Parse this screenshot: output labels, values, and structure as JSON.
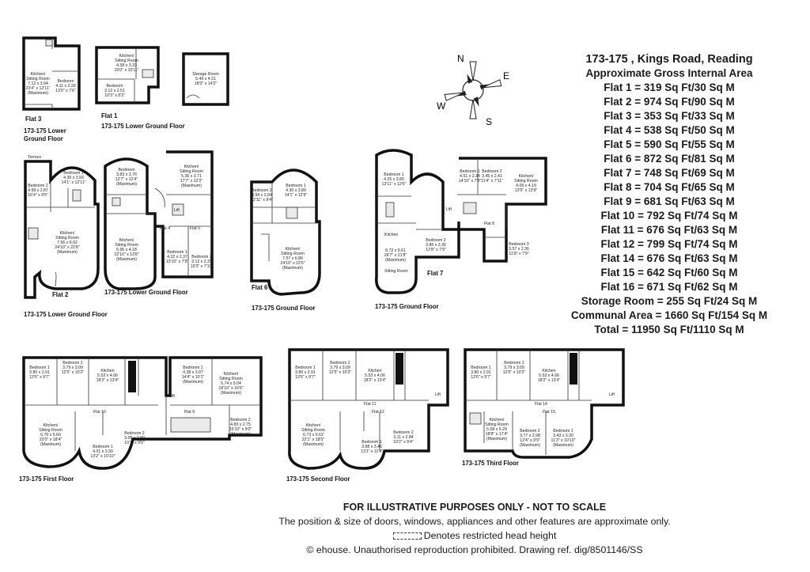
{
  "header": {
    "address": "173-175 , Kings Road, Reading",
    "subtitle": "Approximate Gross Internal Area"
  },
  "areas": [
    "Flat 1 = 319 Sq Ft/30 Sq M",
    "Flat 2 = 974 Sq Ft/90 Sq M",
    "Flat 3 = 353 Sq Ft/33 Sq M",
    "Flat 4 = 538 Sq Ft/50 Sq M",
    "Flat 5 = 590 Sq Ft/55 Sq M",
    "Flat 6 = 872 Sq Ft/81 Sq M",
    "Flat 7 = 748 Sq Ft/69 Sq M",
    "Flat 8 = 704 Sq Ft/65 Sq M",
    "Flat 9 = 681 Sq Ft/63 Sq M",
    "Flat 10 = 792 Sq Ft/74 Sq M",
    "Flat 11 = 676 Sq Ft/63 Sq M",
    "Flat 12 = 799 Sq Ft/74 Sq M",
    "Flat 14 = 676 Sq Ft/63 Sq M",
    "Flat 15 = 642 Sq Ft/60 Sq M",
    "Flat 16 = 671 Sq Ft/62 Sq M",
    "Storage Room = 255 Sq Ft/24 Sq M",
    "Communal Area = 1660 Sq Ft/154 Sq M",
    "Total = 11950 Sq Ft/1110 Sq M"
  ],
  "compass": {
    "n": "N",
    "e": "E",
    "s": "S",
    "w": "W"
  },
  "footer": {
    "disclaimer": "FOR ILLUSTRATIVE PURPOSES ONLY - NOT TO SCALE",
    "note": "The position & size of doors, windows, appliances and other features are approximate only.",
    "legend": "Denotes restricted head height",
    "copyright": "© ehouse. Unauthorised reproduction prohibited. Drawing ref. dig/8501146/SS"
  },
  "plans": {
    "flat3": {
      "flat_label": "Flat 3",
      "caption1": "173-175 Lower",
      "caption2": "Ground Floor",
      "kitchen": [
        "Kitchen/",
        "Sitting Room",
        "7.12 x 3.94",
        "23'4\" x 12'11\"",
        "(Maximum)"
      ],
      "bedroom": [
        "Bedroom",
        "4.11 x 2.29",
        "13'6\" x 7'6\""
      ]
    },
    "flat1": {
      "flat_label": "Flat 1",
      "caption": "173-175 Lower Ground Floor",
      "kitchen": [
        "Kitchen/",
        "Sitting Room",
        "4.58 x 3.33",
        "15'0\" x 10'11\""
      ],
      "bedroom": [
        "Bedroom",
        "3.12 x 2.51",
        "10'3\" x 8'3\""
      ]
    },
    "storage": {
      "label": [
        "Storage Room",
        "5.49 x 4.31",
        "18'0\" x 14'2\""
      ]
    },
    "flat2": {
      "terrace": "Terrace",
      "flat_label": "Flat 2",
      "caption": "173-175 Lower Ground Floor",
      "bed1": [
        "Bedroom 1",
        "4.30 x 3.93",
        "14'1\" x 12'11\""
      ],
      "bed2": [
        "Bedroom 2",
        "4.99 x 2.87",
        "16'4\" x 9'5\""
      ],
      "kitchen": [
        "Kitchen/",
        "Sitting Room",
        "7.56 x 6.92",
        "24'10\" x 22'8\"",
        "(Maximum)"
      ]
    },
    "flat45": {
      "caption": "173-175 Lower Ground Floor",
      "bed_a": [
        "Bedroom",
        "3.83 x 3.76",
        "12'7\" x 12'4\"",
        "(Maximum)"
      ],
      "kitchen_a": [
        "Kitchen/",
        "Sitting Room",
        "6.95 x 4.18",
        "22'10\" x 13'8\"",
        "(Maximum)"
      ],
      "kitchen_b": [
        "Kitchen/",
        "Sitting Room",
        "5.36 x 3.71",
        "17'7\" x 12'2\"",
        "(Maximum)"
      ],
      "bed1": [
        "Bedroom 1",
        "4.22 x 2.37",
        "13'10\" x 7'9\""
      ],
      "bed2": [
        "Bedroom 2",
        "3.12 x 2.39",
        "10'3\" x 7'10\""
      ],
      "flat4": "Flat 4",
      "flat5": "Flat 5",
      "lift": "Lift"
    },
    "flat6": {
      "flat_label": "Flat 6",
      "caption": "173-175 Ground Floor",
      "bed1": [
        "Bedroom 1",
        "4.30 x 3.89",
        "14'1\" x 12'9\""
      ],
      "bed2": [
        "Bedroom 2",
        "3.94 x 2.84",
        "12'11\" x 9'4\""
      ],
      "kitchen": [
        "Kitchen/",
        "Sitting Room",
        "7.57 x 6.86",
        "24'10\" x 22'6\"",
        "(Maximum)"
      ]
    },
    "flat78": {
      "caption": "173-175 Ground Floor",
      "flat7": "Flat 7",
      "flat8": "Flat 8",
      "lift": "Lift",
      "bed1": [
        "Bedroom 1",
        "4.25 x 3.80",
        "13'11\" x 12'6\""
      ],
      "kitchen": "Kitchen",
      "sitting": [
        "8.72 x 6.61",
        "28'7\" x 21'8\"",
        "(Maximum)"
      ],
      "sitting_room": "Sitting Room",
      "bed2": [
        "Bedroom 2",
        "3.86 x 2.36",
        "12'8\" x 7'9\""
      ],
      "bed_8a": [
        "Bedroom 1",
        "4.51 x 2.34",
        "14'10\" x 7'8\""
      ],
      "bed_8b": [
        "Bedroom 2",
        "3.45 x 2.41",
        "11'4\" x 7'11\""
      ],
      "kitchen_8": [
        "Kitchen/",
        "Sitting Room",
        "4.09 x 4.19",
        "13'5\" x 13'9\""
      ],
      "bed_8c": [
        "Bedroom 3",
        "3.57 x 2.36",
        "11'9\" x 7'9\""
      ]
    },
    "first": {
      "caption": "173-175 First Floor",
      "flat10": "Flat 10",
      "flat9": "Flat 9",
      "lift": "Lift",
      "bed1": [
        "Bedroom 1",
        "3.80 x 2.91",
        "12'6\" x 9'7\""
      ],
      "bed2": [
        "Bedroom 2",
        "3.79 x 3.09",
        "12'5\" x 10'2\""
      ],
      "kitchen": [
        "Kitchen",
        "5.53 x 4.06",
        "18'2\" x 13'4\""
      ],
      "sitting": [
        "Kitchen/",
        "Sitting Room",
        "6.70 x 5.60",
        "22'0\" x 18'4\"",
        "(Maximum)"
      ],
      "bed3": [
        "Bedroom 1",
        "4.01 x 3.30",
        "13'2\" x 10'10\""
      ],
      "bed4": [
        "Bedroom 2",
        "3.08 x 2.90",
        "10'1\" x 9'6\""
      ],
      "bed9a": [
        "Bedroom 1",
        "4.38 x 3.07",
        "14'4\" x 10'1\"",
        "(Maximum)"
      ],
      "kitchen9": [
        "Kitchen/",
        "Sitting Room",
        "5.74 x 5.04",
        "18'10\" x 16'6\"",
        "(Maximum)"
      ],
      "bed9b": [
        "Bedroom 2",
        "4.83 x 2.75",
        "15'10\" x 9'0\"",
        "(Maximum)"
      ]
    },
    "second": {
      "caption": "173-175 Second Floor",
      "flat11": "Flat 11",
      "flat12": "Flat 12",
      "lift": "Lift",
      "bed1": [
        "Bedroom 1",
        "3.80 x 2.91",
        "12'6\" x 9'7\""
      ],
      "bed2": [
        "Bedroom 2",
        "3.79 x 3.09",
        "12'5\" x 10'2\""
      ],
      "kitchen": [
        "Kitchen",
        "5.53 x 4.06",
        "18'2\" x 13'4\""
      ],
      "sitting": [
        "Kitchen/",
        "Sitting Room",
        "6.73 x 5.62",
        "22'1\" x 18'5\"",
        "(Maximum)"
      ],
      "bed3": [
        "Bedroom 1",
        "3.98 x 3.46",
        "13'1\" x 11'4\""
      ],
      "bed4": [
        "Bedroom 2",
        "3.11 x 2.84",
        "10'2\" x 9'4\""
      ]
    },
    "third": {
      "caption": "173-175 Third Floor",
      "flat14": "Flat 14",
      "flat15": "Flat 15",
      "lift": "Lift",
      "bed1": [
        "Bedroom 1",
        "3.80 x 2.91",
        "12'6\" x 9'7\""
      ],
      "bed2": [
        "Bedroom 2",
        "3.79 x 3.09",
        "12'5\" x 10'2\""
      ],
      "kitchen": [
        "Kitchen",
        "5.53 x 4.06",
        "18'2\" x 13'4\""
      ],
      "sitting": [
        "Kitchen/",
        "Sitting Room",
        "5.68 x 5.29",
        "18'8\" x 17'4\"",
        "(Maximum)"
      ],
      "bed3": [
        "Bedroom 2",
        "3.77 x 2.98",
        "12'4\" x 9'9\"",
        "(Maximum)"
      ],
      "bed4": [
        "Bedroom 1",
        "3.43 x 3.30",
        "11'3\" x 10'10\"",
        "(Maximum)"
      ]
    }
  }
}
